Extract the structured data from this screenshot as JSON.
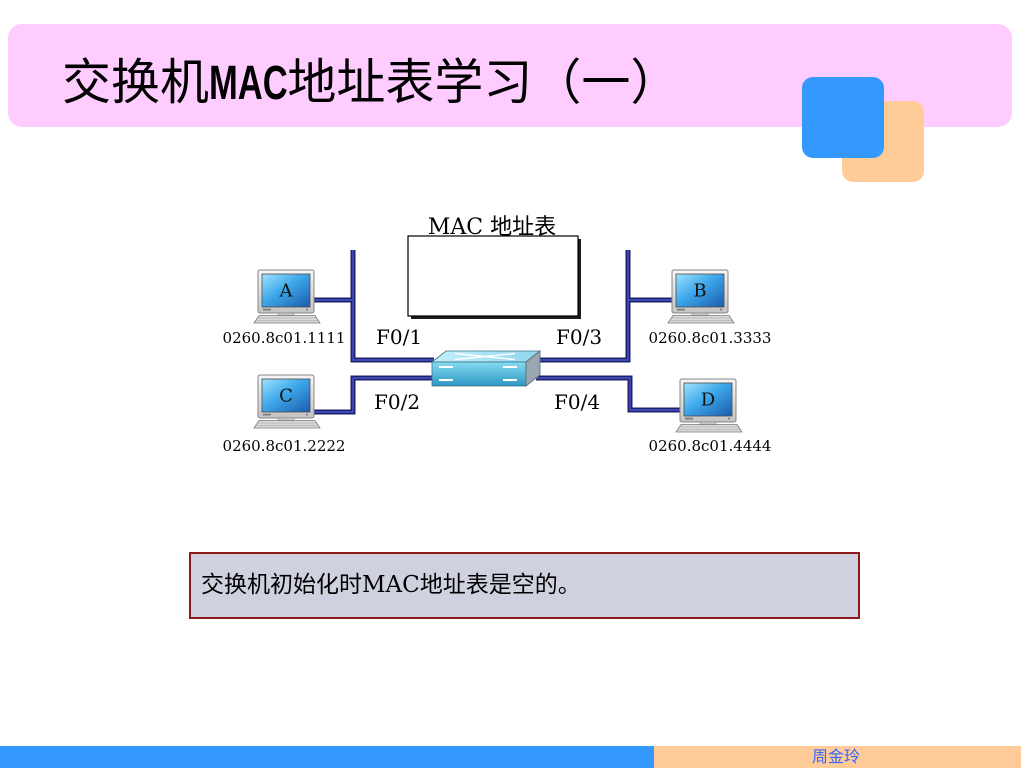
{
  "title": {
    "prefix": "交换机",
    "emphasis": "MAC",
    "suffix": "地址表学习（一）"
  },
  "diagram": {
    "mac_table": {
      "label": "MAC 地址表",
      "entries": []
    },
    "hosts": [
      {
        "letter": "A",
        "mac": "0260.8c01.1111",
        "port": "F0/1"
      },
      {
        "letter": "B",
        "mac": "0260.8c01.3333",
        "port": "F0/3"
      },
      {
        "letter": "C",
        "mac": "0260.8c01.2222",
        "port": "F0/2"
      },
      {
        "letter": "D",
        "mac": "0260.8c01.4444",
        "port": "F0/4"
      }
    ]
  },
  "note": {
    "text": "交换机初始化时MAC地址表是空的。"
  },
  "footer": {
    "author": "周金玲"
  },
  "icons": {
    "host": "computer-icon",
    "switch": "network-switch-icon"
  },
  "colors": {
    "title_bar": "#FFCCFF",
    "accent_blue": "#3399FF",
    "accent_peach": "#FFCC99",
    "cable": "#20206A",
    "cable_highlight": "#4357CC",
    "note_fill": "#D0D1DE",
    "note_border": "#8B1A1A",
    "footer_blue": "#3399FF",
    "footer_peach": "#FFCC99",
    "footer_text": "#3366FF"
  }
}
